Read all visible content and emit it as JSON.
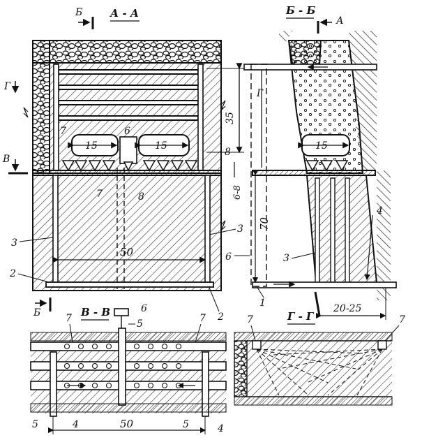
{
  "sections": {
    "aa": "А - А",
    "bb": "Б - Б",
    "vv": "В - В",
    "gg": "Г - Г"
  },
  "cut_marks": {
    "b_top": "Б",
    "a_top": "А",
    "g_left": "Г",
    "v_left": "В",
    "b_bottom": "Б",
    "g_right": "Г"
  },
  "dimensions": {
    "chamber_left": "15",
    "chamber_right": "15",
    "chamber_bb": "15",
    "width_main": "50",
    "width_vv": "50",
    "height_upper": "35",
    "height_main": "70",
    "offset": "6-8",
    "depth_bb": "20-25"
  },
  "callouts": {
    "n1": "1",
    "n2a": "2",
    "n2b": "2",
    "n3a": "3",
    "n3b": "3",
    "n3c": "3",
    "n4a": "4",
    "n4b": "4",
    "n4c": "4",
    "n5a": "5",
    "n5b": "5",
    "n5c": "5",
    "n6a": "6",
    "n6b": "6",
    "n6c": "6",
    "n7a": "7",
    "n7b": "7",
    "n7c": "7",
    "n7d": "7",
    "n7e": "7",
    "n7f": "7",
    "n8a": "8",
    "n8b": "8"
  }
}
